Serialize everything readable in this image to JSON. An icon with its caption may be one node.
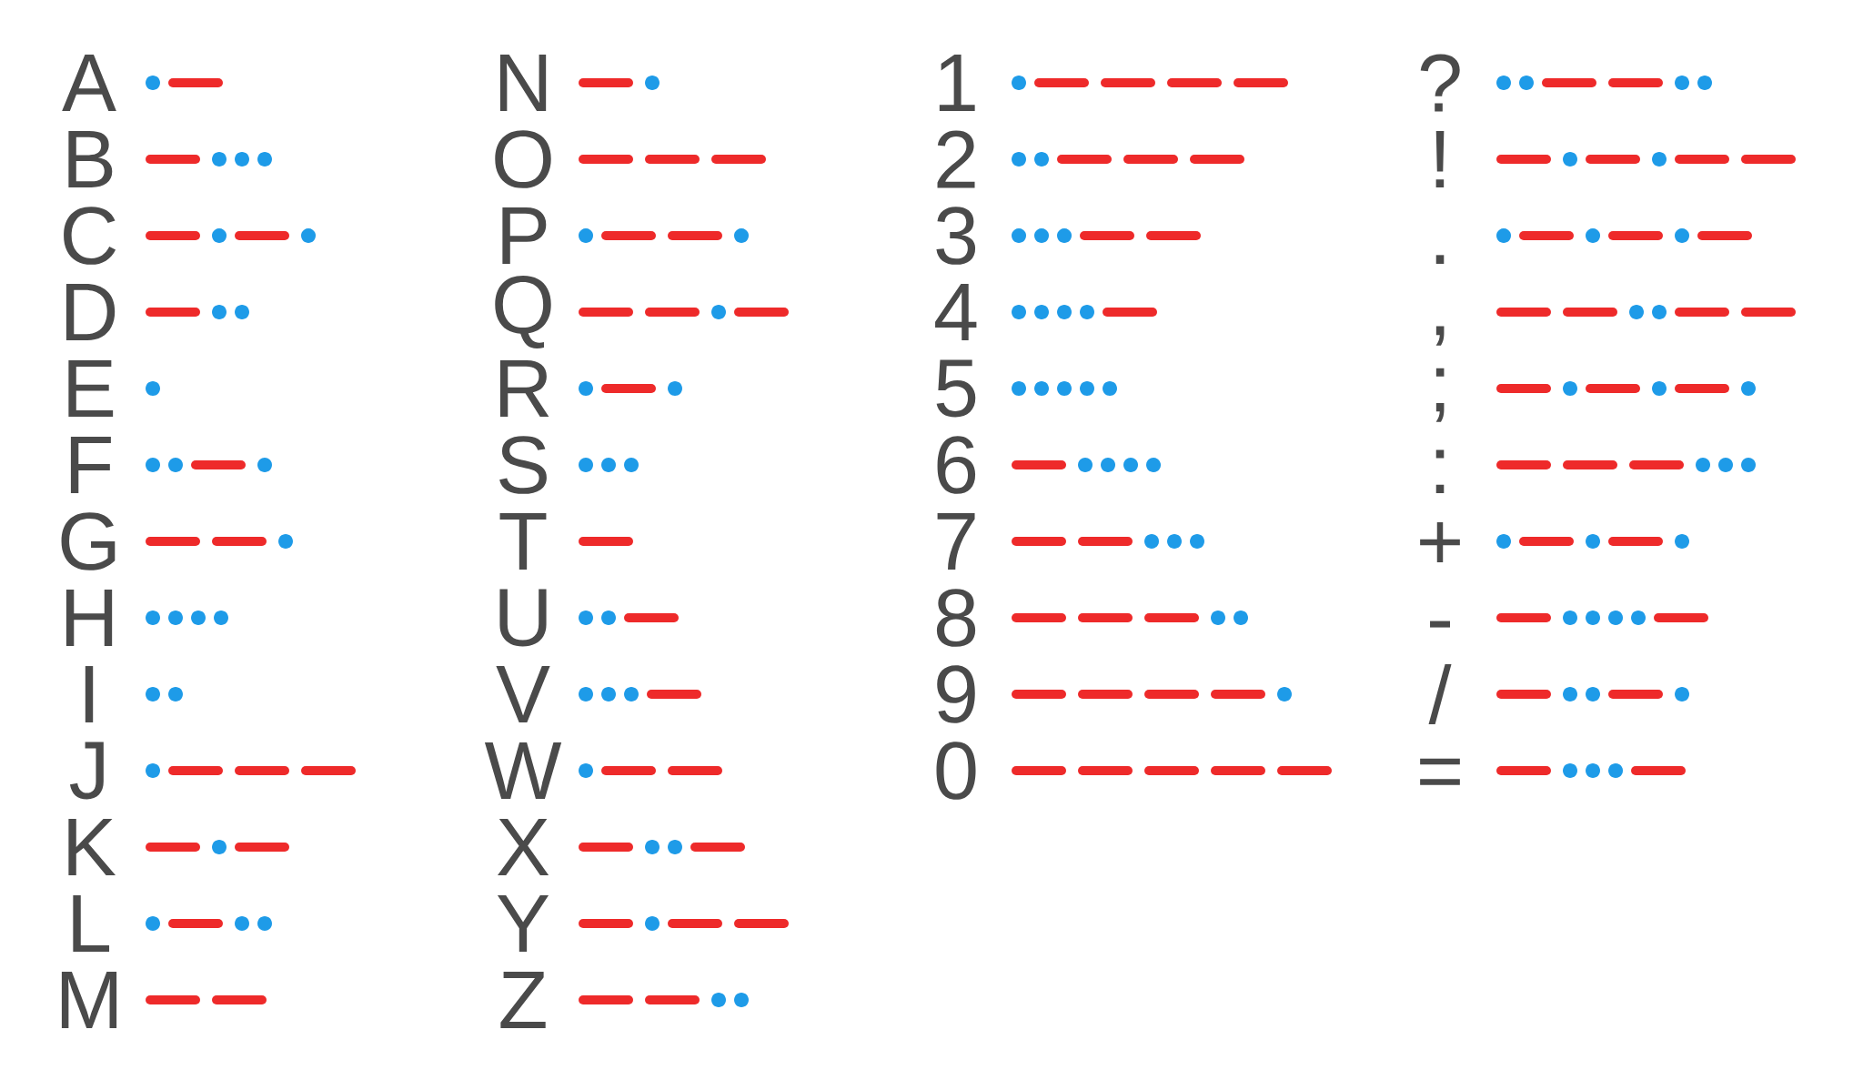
{
  "diagram": {
    "labels": [
      "A",
      "B",
      "C",
      "D",
      "E",
      "F",
      "G",
      "H",
      "I",
      "J",
      "K",
      "L",
      "M",
      "N",
      "O",
      "P",
      "Q",
      "R",
      "S",
      "T",
      "U",
      "V",
      "W",
      "X",
      "Y",
      "Z",
      "1",
      "2",
      "3",
      "4",
      "5",
      "6",
      "7",
      "8",
      "9",
      "0",
      "?",
      "!",
      ".",
      ",",
      ";",
      ":",
      "+",
      "-",
      "/",
      "="
    ]
  }
}
